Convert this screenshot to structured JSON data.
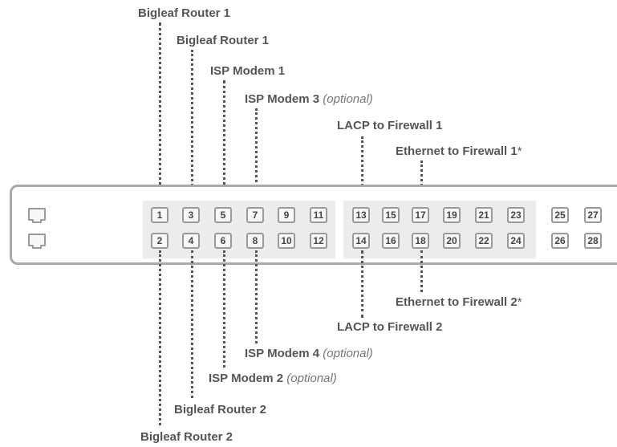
{
  "labels": {
    "top": [
      {
        "name": "Bigleaf Router 1",
        "note": ""
      },
      {
        "name": "Bigleaf Router 1",
        "note": ""
      },
      {
        "name": "ISP Modem 1",
        "note": ""
      },
      {
        "name": "ISP Modem 3",
        "note": "(optional)"
      },
      {
        "name": "LACP to Firewall 1",
        "note": ""
      },
      {
        "name": "Ethernet to Firewall 1",
        "note": "*"
      }
    ],
    "bottom": [
      {
        "name": "Ethernet to Firewall 2",
        "note": "*"
      },
      {
        "name": "LACP to Firewall 2",
        "note": ""
      },
      {
        "name": "ISP Modem 4",
        "note": "(optional)"
      },
      {
        "name": "ISP Modem 2",
        "note": "(optional)"
      },
      {
        "name": "Bigleaf Router 2",
        "note": ""
      },
      {
        "name": "Bigleaf Router 2",
        "note": ""
      }
    ]
  },
  "ports": {
    "top_row": [
      "1",
      "3",
      "5",
      "7",
      "9",
      "11",
      "13",
      "15",
      "17",
      "19",
      "21",
      "23",
      "25",
      "27"
    ],
    "bottom_row": [
      "2",
      "4",
      "6",
      "8",
      "10",
      "12",
      "14",
      "16",
      "18",
      "20",
      "22",
      "24",
      "26",
      "28"
    ]
  },
  "management_ports": [
    "console-port",
    "management-ethernet-port"
  ]
}
